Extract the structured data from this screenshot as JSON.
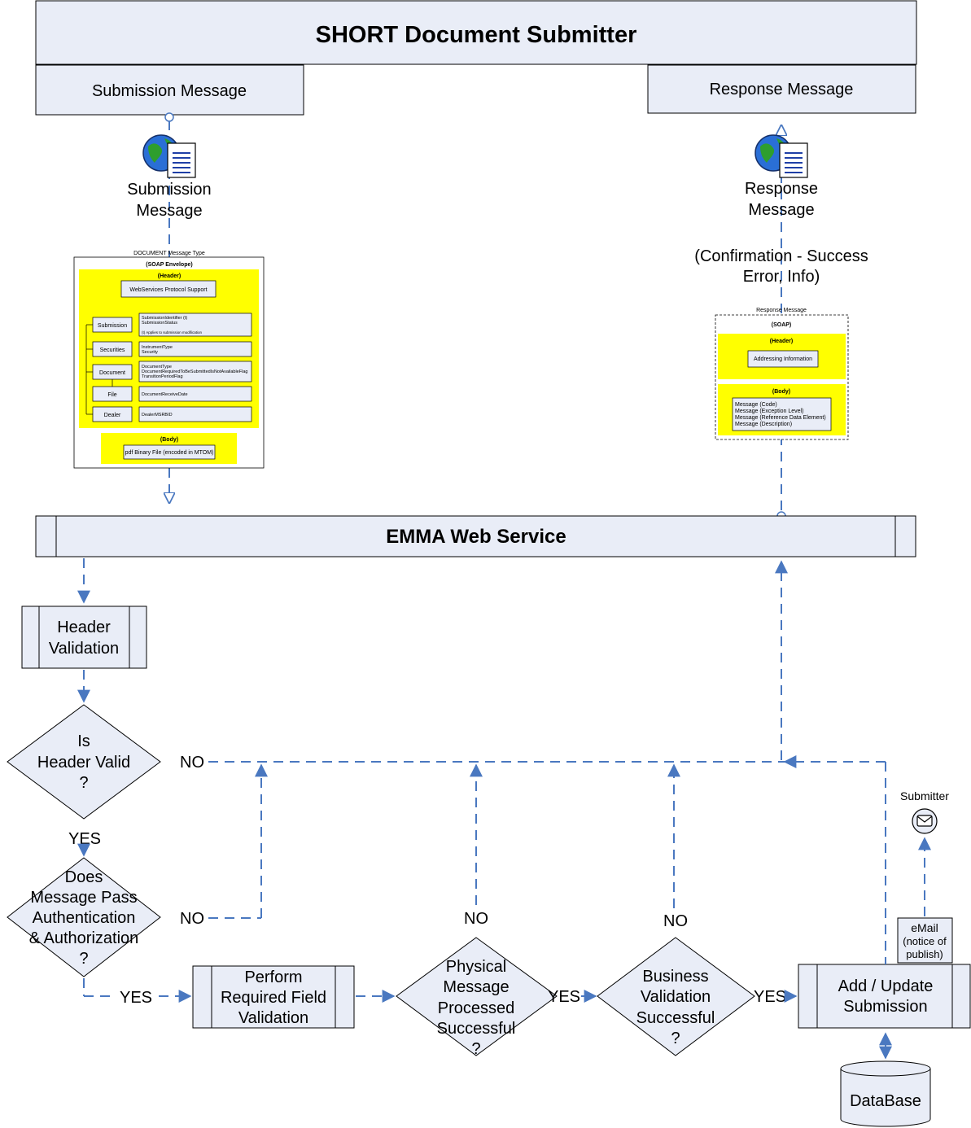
{
  "title": "SHORT Document Submitter",
  "submission_box": "Submission Message",
  "response_box": "Response Message",
  "submission_icon": {
    "line1": "Submission",
    "line2": "Message",
    "icon": "globe-document-icon"
  },
  "response_icon": {
    "line1": "Response",
    "line2": "Message",
    "icon": "globe-document-icon"
  },
  "confirmation": {
    "line1": "(Confirmation - Success",
    "line2": "Error, Info)"
  },
  "document_message": {
    "caption": "DOCUMENT Message Type",
    "soap_envelope": "(SOAP Envelope)",
    "header_label": "(Header)",
    "protocol_support": "WebServices Protocol Support",
    "submission": {
      "label": "Submission",
      "fields": [
        "SubmissionIdentifier (t)",
        "SubmissionStatus"
      ],
      "note": "(t) Applies to submission modification"
    },
    "securities": {
      "label": "Securities",
      "fields": [
        "InstrumentType",
        "Security"
      ]
    },
    "document": {
      "label": "Document",
      "fields": [
        "DocumentType",
        "DocumentRequiredToBeSubmittedIsNotAvailableFlag",
        "TransitionPeriodFlag"
      ]
    },
    "file": {
      "label": "File",
      "fields": [
        "DocumentReceiveDate"
      ]
    },
    "dealer": {
      "label": "Dealer",
      "fields": [
        "DealerMSRBID"
      ]
    },
    "body_label": "(Body)",
    "body_content": "pdf Binary File (encoded in MTOM)"
  },
  "response_message": {
    "caption": "Response Message",
    "soap": "(SOAP)",
    "header_label": "(Header)",
    "addressing": "Addressing Information",
    "body_label": "(Body)",
    "messages": [
      "Message (Code)",
      "Message (Exception Level)",
      "Message (Reference Data Element)",
      "Message (Description)"
    ]
  },
  "web_service": "EMMA Web Service",
  "header_validation": {
    "line1": "Header",
    "line2": "Validation"
  },
  "decision_header": {
    "line1": "Is",
    "line2": "Header Valid",
    "line3": "?"
  },
  "decision_auth": {
    "line1": "Does",
    "line2": "Message Pass",
    "line3": "Authentication",
    "line4": "& Authorization",
    "line5": "?"
  },
  "required_field": {
    "line1": "Perform",
    "line2": "Required Field",
    "line3": "Validation"
  },
  "decision_physical": {
    "line1": "Physical",
    "line2": "Message",
    "line3": "Processed",
    "line4": "Successful",
    "line5": "?"
  },
  "decision_business": {
    "line1": "Business",
    "line2": "Validation",
    "line3": "Successful",
    "line4": "?"
  },
  "add_update": {
    "line1": "Add / Update",
    "line2": "Submission"
  },
  "database": "DataBase",
  "submitter": {
    "label": "Submitter",
    "icon": "mail-icon"
  },
  "email_note": {
    "line1": "eMail",
    "line2": "(notice of",
    "line3": "publish)"
  },
  "labels": {
    "yes": "YES",
    "no": "NO"
  }
}
